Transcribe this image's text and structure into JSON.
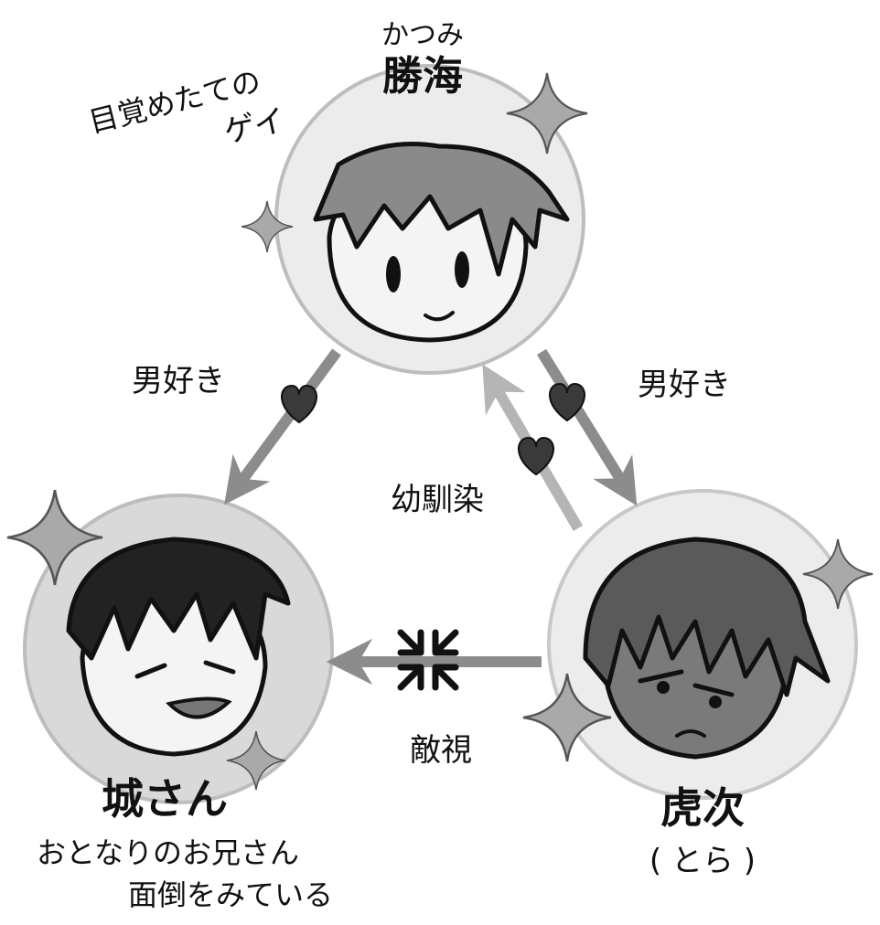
{
  "characters": {
    "katsumi": {
      "reading": "かつみ",
      "name": "勝海",
      "note_line1": "目覚めたての",
      "note_line2": "ゲイ"
    },
    "jo": {
      "name": "城さん",
      "note_line1": "おとなりのお兄さん",
      "note_line2": "面倒をみている"
    },
    "tora": {
      "name": "虎次",
      "reading": "( とら )"
    }
  },
  "relations": {
    "katsumi_to_jo": "男好き",
    "katsumi_to_tora": "男好き",
    "childhood_friend": "幼馴染",
    "rivalry": "敵視"
  },
  "colors": {
    "circle_fill": "#ececec",
    "circle_stroke": "#bdbdbd",
    "arrow": "#8c8c8c",
    "heart": "#3a3a3a",
    "sparkle": "#a9a9a9"
  }
}
